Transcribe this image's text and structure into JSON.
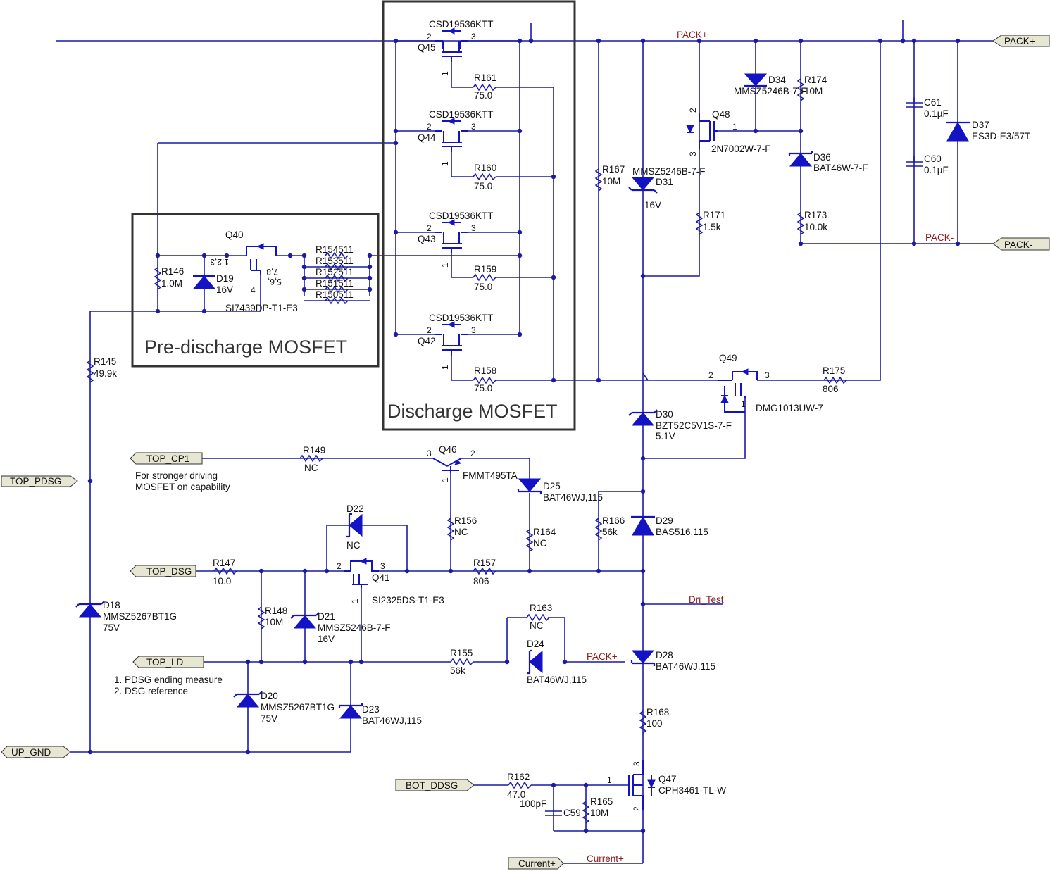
{
  "groups": {
    "pre_discharge": "Pre-discharge MOSFET",
    "discharge": "Discharge MOSFET"
  },
  "ports": {
    "pack_plus": "PACK+",
    "pack_minus": "PACK-",
    "top_pdsg": "TOP_PDSG",
    "top_cp1": "TOP_CP1",
    "top_dsg": "TOP_DSG",
    "top_ld": "TOP_LD",
    "up_gnd": "UP_GND",
    "bot_ddsg": "BOT_DDSG",
    "current_plus": "Current+"
  },
  "nets": {
    "pack_plus_top": "PACK+",
    "pack_minus": "PACK-",
    "pack_plus_d24": "PACK+",
    "dri_test": "Dri_Test",
    "current_plus": "Current+"
  },
  "notes": {
    "cp1_line1": "For stronger driving",
    "cp1_line2": "MOSFET on capability",
    "ld_line1": "1. PDSG ending measure",
    "ld_line2": "2. DSG reference"
  },
  "parts": {
    "q45": {
      "ref": "Q45",
      "value": "CSD19536KTT"
    },
    "q44": {
      "ref": "Q44",
      "value": "CSD19536KTT"
    },
    "q43": {
      "ref": "Q43",
      "value": "CSD19536KTT"
    },
    "q42": {
      "ref": "Q42",
      "value": "CSD19536KTT"
    },
    "r161": {
      "ref": "R161",
      "value": "75.0"
    },
    "r160": {
      "ref": "R160",
      "value": "75.0"
    },
    "r159": {
      "ref": "R159",
      "value": "75.0"
    },
    "r158": {
      "ref": "R158",
      "value": "75.0"
    },
    "q40": {
      "ref": "Q40",
      "value": "SI7439DP-T1-E3"
    },
    "r146": {
      "ref": "R146",
      "value": "1.0M"
    },
    "d19": {
      "ref": "D19",
      "value": "16V"
    },
    "r154": {
      "ref": "R154",
      "value": "511"
    },
    "r153": {
      "ref": "R153",
      "value": "511"
    },
    "r152": {
      "ref": "R152",
      "value": "511"
    },
    "r151": {
      "ref": "R151",
      "value": "511"
    },
    "r150": {
      "ref": "R150",
      "value": "511"
    },
    "r145": {
      "ref": "R145",
      "value": "49.9k"
    },
    "r167": {
      "ref": "R167",
      "value": "10M"
    },
    "d31": {
      "ref": "D31",
      "value": "MMSZ5246B-7-F",
      "value2": "16V"
    },
    "q48": {
      "ref": "Q48",
      "value": "2N7002W-7-F"
    },
    "d34": {
      "ref": "D34",
      "value": "MMSZ5246B-7-F"
    },
    "r174": {
      "ref": "R174",
      "value": "10M"
    },
    "d36": {
      "ref": "D36",
      "value": "BAT46W-7-F"
    },
    "r171": {
      "ref": "R171",
      "value": "1.5k"
    },
    "r173": {
      "ref": "R173",
      "value": "10.0k"
    },
    "c61": {
      "ref": "C61",
      "value": "0.1µF"
    },
    "c60": {
      "ref": "C60",
      "value": "0.1µF"
    },
    "d37": {
      "ref": "D37",
      "value": "ES3D-E3/57T"
    },
    "q49": {
      "ref": "Q49",
      "value": "DMG1013UW-7"
    },
    "r175": {
      "ref": "R175",
      "value": "806"
    },
    "d30": {
      "ref": "D30",
      "value": "BZT52C5V1S-7-F",
      "value2": "5.1V"
    },
    "r149": {
      "ref": "R149",
      "value": "NC"
    },
    "q46": {
      "ref": "Q46",
      "value": "FMMT495TA"
    },
    "d25": {
      "ref": "D25",
      "value": "BAT46WJ,115"
    },
    "r156": {
      "ref": "R156",
      "value": "NC"
    },
    "r164": {
      "ref": "R164",
      "value": "NC"
    },
    "r166": {
      "ref": "R166",
      "value": "56k"
    },
    "d29": {
      "ref": "D29",
      "value": "BAS516,115"
    },
    "d22": {
      "ref": "D22",
      "value": "NC"
    },
    "r147": {
      "ref": "R147",
      "value": "10.0"
    },
    "q41": {
      "ref": "Q41",
      "value": "SI2325DS-T1-E3"
    },
    "r157": {
      "ref": "R157",
      "value": "806"
    },
    "d18": {
      "ref": "D18",
      "value": "MMSZ5267BT1G",
      "value2": "75V"
    },
    "r148": {
      "ref": "R148",
      "value": "10M"
    },
    "d21": {
      "ref": "D21",
      "value": "MMSZ5246B-7-F",
      "value2": "16V"
    },
    "r163": {
      "ref": "R163",
      "value": "NC"
    },
    "d24": {
      "ref": "D24",
      "value": "BAT46WJ,115"
    },
    "r155": {
      "ref": "R155",
      "value": "56k"
    },
    "d28": {
      "ref": "D28",
      "value": "BAT46WJ,115"
    },
    "d20": {
      "ref": "D20",
      "value": "MMSZ5267BT1G",
      "value2": "75V"
    },
    "d23": {
      "ref": "D23",
      "value": "BAT46WJ,115"
    },
    "r168": {
      "ref": "R168",
      "value": "100"
    },
    "q47": {
      "ref": "Q47",
      "value": "CPH3461-TL-W"
    },
    "r162": {
      "ref": "R162",
      "value": "47.0"
    },
    "c59": {
      "ref": "C59",
      "value": "100pF"
    },
    "r165": {
      "ref": "R165",
      "value": "10M"
    }
  }
}
